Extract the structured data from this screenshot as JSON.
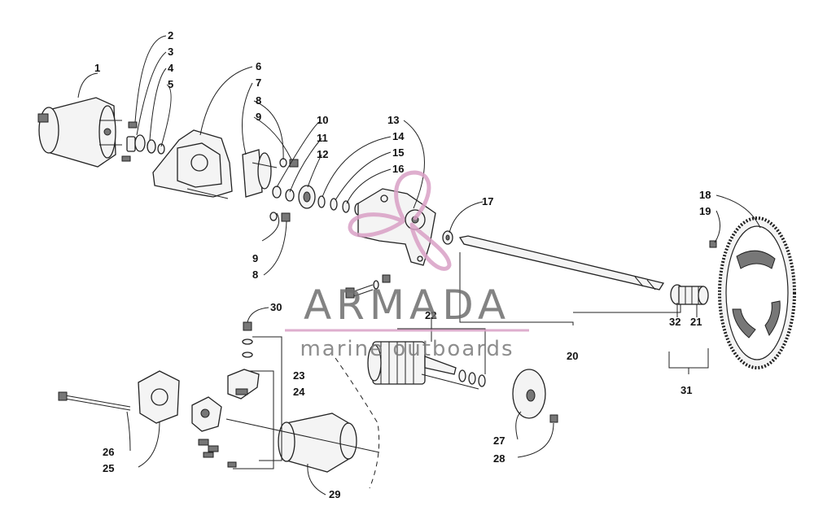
{
  "diagram": {
    "parts": [
      {
        "id": "p1",
        "label": "1"
      },
      {
        "id": "p2",
        "label": "2"
      },
      {
        "id": "p3",
        "label": "3"
      },
      {
        "id": "p4",
        "label": "4"
      },
      {
        "id": "p5",
        "label": "5"
      },
      {
        "id": "p6",
        "label": "6"
      },
      {
        "id": "p7",
        "label": "7"
      },
      {
        "id": "p8a",
        "label": "8"
      },
      {
        "id": "p9a",
        "label": "9"
      },
      {
        "id": "p10",
        "label": "10"
      },
      {
        "id": "p11",
        "label": "11"
      },
      {
        "id": "p12",
        "label": "12"
      },
      {
        "id": "p13",
        "label": "13"
      },
      {
        "id": "p14",
        "label": "14"
      },
      {
        "id": "p15",
        "label": "15"
      },
      {
        "id": "p16",
        "label": "16"
      },
      {
        "id": "p9b",
        "label": "9"
      },
      {
        "id": "p8b",
        "label": "8"
      },
      {
        "id": "p17",
        "label": "17"
      },
      {
        "id": "p18",
        "label": "18"
      },
      {
        "id": "p19",
        "label": "19"
      },
      {
        "id": "p20",
        "label": "20"
      },
      {
        "id": "p21",
        "label": "21"
      },
      {
        "id": "p22",
        "label": "22"
      },
      {
        "id": "p23",
        "label": "23"
      },
      {
        "id": "p24",
        "label": "24"
      },
      {
        "id": "p25",
        "label": "25"
      },
      {
        "id": "p26",
        "label": "26"
      },
      {
        "id": "p27",
        "label": "27"
      },
      {
        "id": "p28",
        "label": "28"
      },
      {
        "id": "p29",
        "label": "29"
      },
      {
        "id": "p30",
        "label": "30"
      },
      {
        "id": "p31",
        "label": "31"
      },
      {
        "id": "p32",
        "label": "32"
      }
    ]
  },
  "watermark": {
    "brand": "ARMADA",
    "tagline": "marine outboards",
    "color": "#d9a0c6"
  }
}
